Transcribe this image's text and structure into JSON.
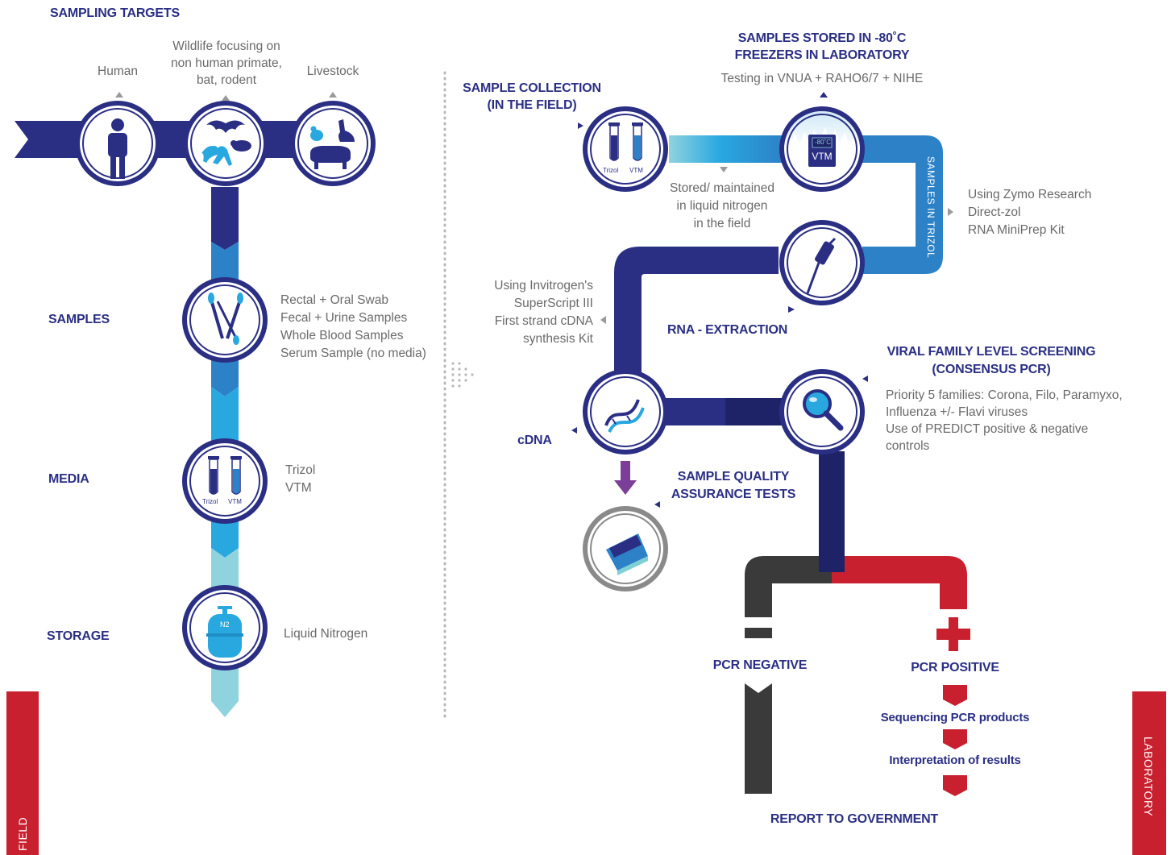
{
  "colors": {
    "navy": "#2b2f84",
    "blue": "#2d82c7",
    "sky": "#29a8e0",
    "teal": "#7fd0d6",
    "red": "#c8202f",
    "dark": "#3a3a3a",
    "purple": "#7b3f98",
    "grey": "#6a6a6a"
  },
  "field": {
    "sampling_targets_heading": "SAMPLING TARGETS",
    "targets": [
      "Human",
      "Wildlife focusing on",
      "non human primate,",
      "bat, rodent",
      "Livestock"
    ],
    "stages": {
      "samples": "SAMPLES",
      "media": "MEDIA",
      "storage": "STORAGE"
    },
    "samples_list": [
      "Rectal + Oral Swab",
      "Fecal + Urine Samples",
      "Whole Blood Samples",
      "Serum Sample  (no media)"
    ],
    "media_list": [
      "Trizol",
      "VTM"
    ],
    "storage_list": [
      "Liquid Nitrogen"
    ],
    "tube_labels": [
      "Trizol",
      "VTM"
    ],
    "cylinder_label": "N2",
    "tab_label": "FIELD"
  },
  "lab": {
    "sample_collection": [
      "SAMPLE COLLECTION",
      "(IN THE FIELD)"
    ],
    "freezer_heading": [
      "SAMPLES STORED IN -80˚C",
      "FREEZERS IN LABORATORY"
    ],
    "freezer_note": "Testing in VNUA + RAHO6/7 + NIHE",
    "freezer_display": "-80˚C",
    "freezer_box": "VTM",
    "stored_note": [
      "Stored/ maintained",
      "in liquid nitrogen",
      "in the field"
    ],
    "pipe_label": "SAMPLES IN TRIZOL",
    "zymo_note": [
      "Using Zymo Research",
      "Direct-zol",
      "RNA MiniPrep Kit"
    ],
    "rna_extraction": "RNA - EXTRACTION",
    "invitrogen_note": [
      "Using Invitrogen's",
      "SuperScript III",
      "First strand cDNA",
      "synthesis Kit"
    ],
    "cdna": "cDNA",
    "viral_heading": [
      "VIRAL FAMILY LEVEL SCREENING",
      "(CONSENSUS PCR)"
    ],
    "viral_note": [
      "Priority 5 families: Corona, Filo, Paramyxo,",
      "Influenza +/- Flavi viruses",
      "Use of PREDICT positive & negative",
      "controls"
    ],
    "qa_heading": [
      "SAMPLE QUALITY",
      "ASSURANCE TESTS"
    ],
    "pcr_negative": "PCR NEGATIVE",
    "pcr_positive": "PCR POSITIVE",
    "sequencing": "Sequencing PCR products",
    "interpretation": "Interpretation of results",
    "report": "REPORT TO GOVERNMENT",
    "tube_labels": [
      "Trizol",
      "VTM"
    ],
    "tab_label": "LABORATORY"
  }
}
